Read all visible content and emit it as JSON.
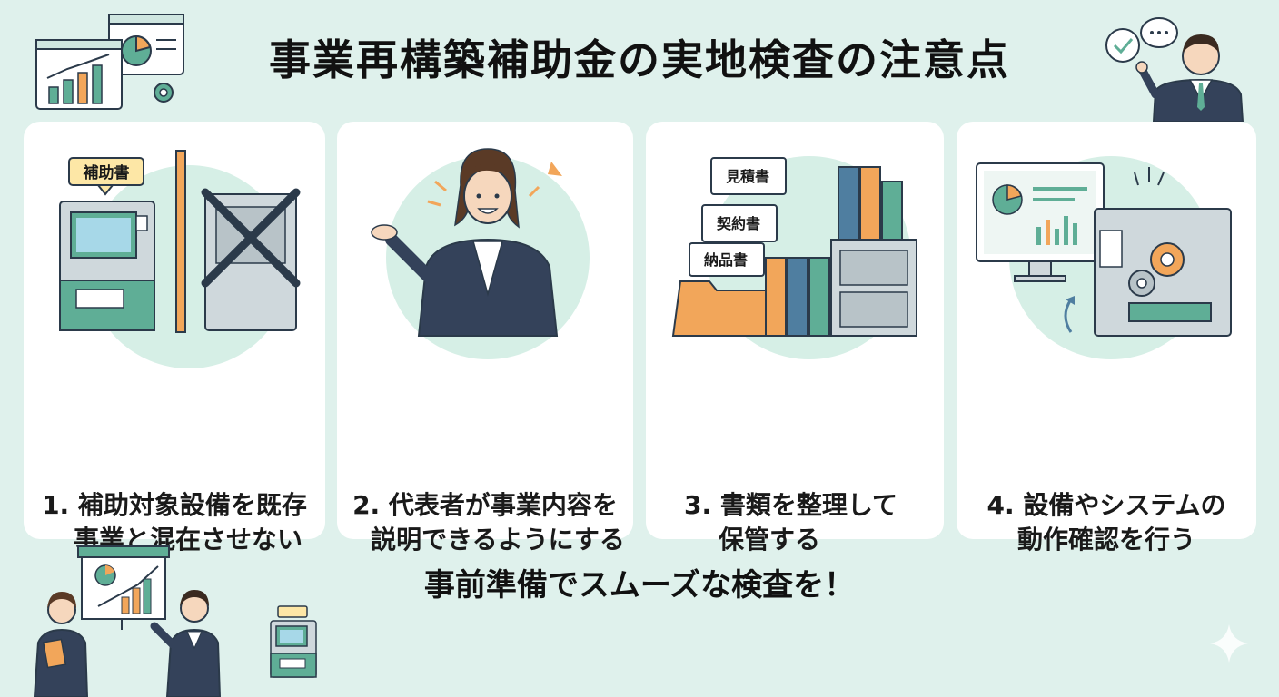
{
  "title": "事業再構築補助金の実地検査の注意点",
  "cards": [
    {
      "line1": "1. 補助対象設備を既存",
      "line2": "事業と混在させない",
      "sign": "補助書"
    },
    {
      "line1": "2. 代表者が事業内容を",
      "line2": "説明できるようにする"
    },
    {
      "line1": "3. 書類を整理して",
      "line2": "保管する",
      "docs": [
        "見積書",
        "契約書",
        "納品書"
      ]
    },
    {
      "line1": "4. 設備やシステムの",
      "line2": "動作確認を行う"
    }
  ],
  "footer": "事前準備でスムーズな検査を！",
  "colors": {
    "background": "#dff1ec",
    "teal": "#5fae96",
    "orange": "#f2a65a",
    "navy": "#2e3a4f"
  }
}
